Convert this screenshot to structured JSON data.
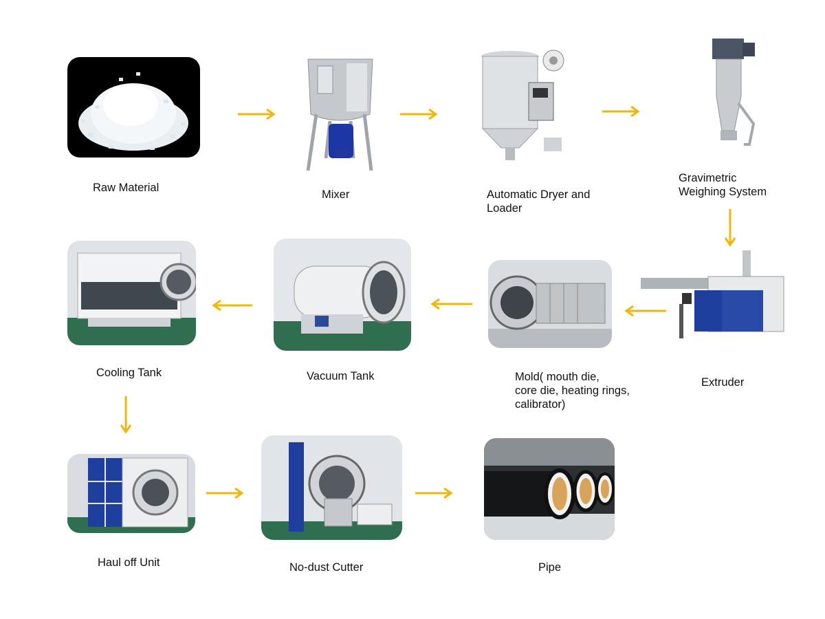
{
  "colors": {
    "arrow": "#f2b705",
    "steel": "#c9ccd1",
    "blue": "#1f3f9e",
    "floor": "#2f6e4e"
  },
  "steps": [
    {
      "id": "raw-material",
      "label": "Raw  Material",
      "icon": "pellets-image"
    },
    {
      "id": "mixer",
      "label": "Mixer",
      "icon": "mixer-machine-image"
    },
    {
      "id": "dryer",
      "label": "Automatic Dryer and\nLoader",
      "icon": "dryer-loader-image"
    },
    {
      "id": "weighing",
      "label": "Gravimetric\nWeighing System",
      "icon": "weighing-system-image"
    },
    {
      "id": "extruder",
      "label": "Extruder",
      "icon": "extruder-image"
    },
    {
      "id": "mold",
      "label": "Mold( mouth die,\ncore die, heating rings,\ncalibrator)",
      "icon": "mold-image"
    },
    {
      "id": "vacuum-tank",
      "label": "Vacuum Tank",
      "icon": "vacuum-tank-image"
    },
    {
      "id": "cooling-tank",
      "label": "Cooling Tank",
      "icon": "cooling-tank-image"
    },
    {
      "id": "haul-off",
      "label": "Haul off Unit",
      "icon": "haul-off-image"
    },
    {
      "id": "cutter",
      "label": "No-dust Cutter",
      "icon": "cutter-image"
    },
    {
      "id": "pipe",
      "label": "Pipe",
      "icon": "pipe-image"
    }
  ]
}
